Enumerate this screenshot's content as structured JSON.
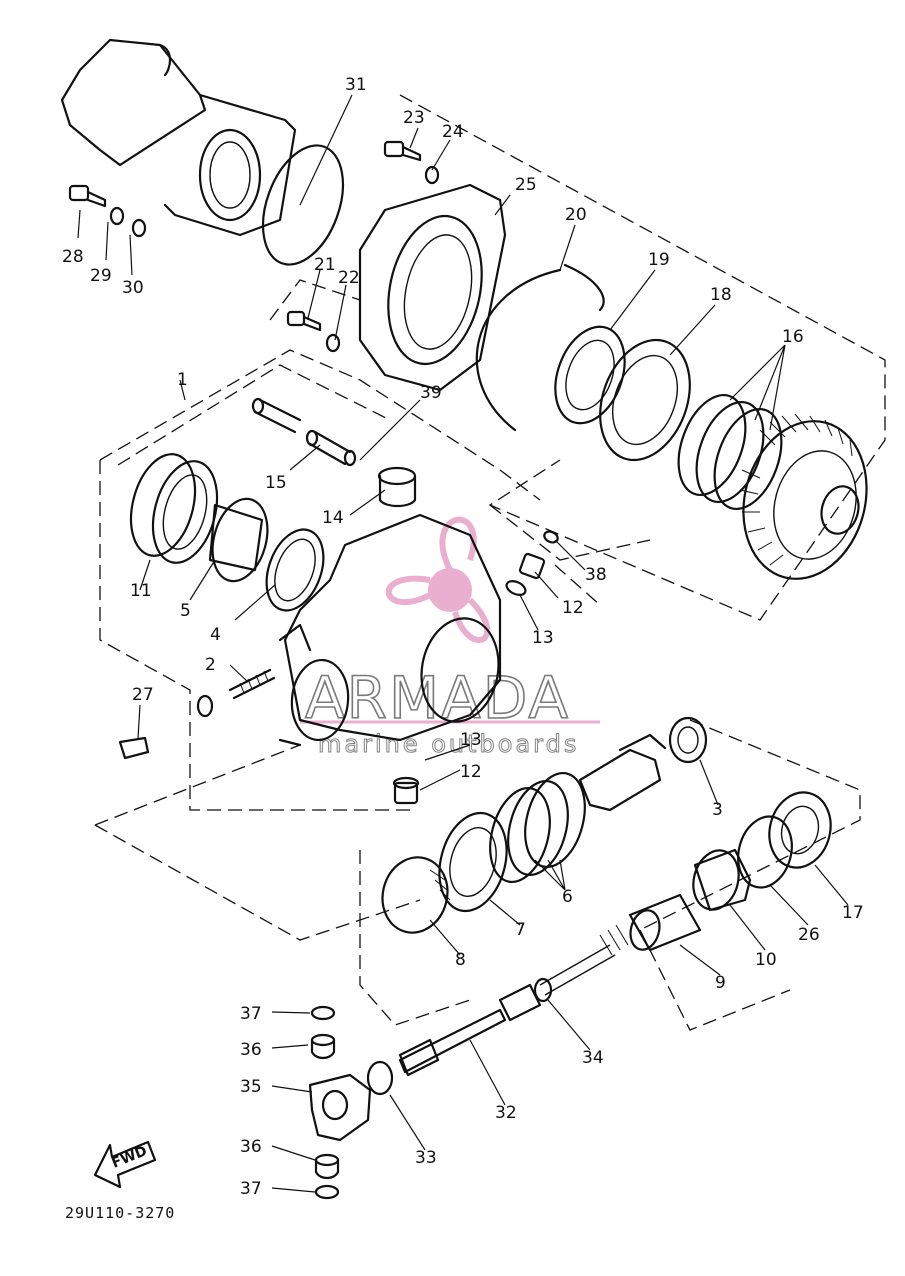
{
  "watermark": {
    "brand": "ARMADA",
    "tagline": "marine outboards",
    "accent_color": "#e8a6c9"
  },
  "diagram_code": "29U110-3270",
  "direction_label": "FWD",
  "callouts": {
    "c1": "1",
    "c2": "2",
    "c3": "3",
    "c4": "4",
    "c5": "5",
    "c6": "6",
    "c7": "7",
    "c8": "8",
    "c9": "9",
    "c10": "10",
    "c11": "11",
    "c12a": "12",
    "c12b": "12",
    "c13a": "13",
    "c13b": "13",
    "c14": "14",
    "c15": "15",
    "c16": "16",
    "c17": "17",
    "c18": "18",
    "c19": "19",
    "c20": "20",
    "c21": "21",
    "c22": "22",
    "c23": "23",
    "c24": "24",
    "c25": "25",
    "c26": "26",
    "c27": "27",
    "c28": "28",
    "c29": "29",
    "c30": "30",
    "c31": "31",
    "c32": "32",
    "c33": "33",
    "c34": "34",
    "c35": "35",
    "c36a": "36",
    "c36b": "36",
    "c37a": "37",
    "c37b": "37",
    "c38": "38",
    "c39": "39"
  }
}
